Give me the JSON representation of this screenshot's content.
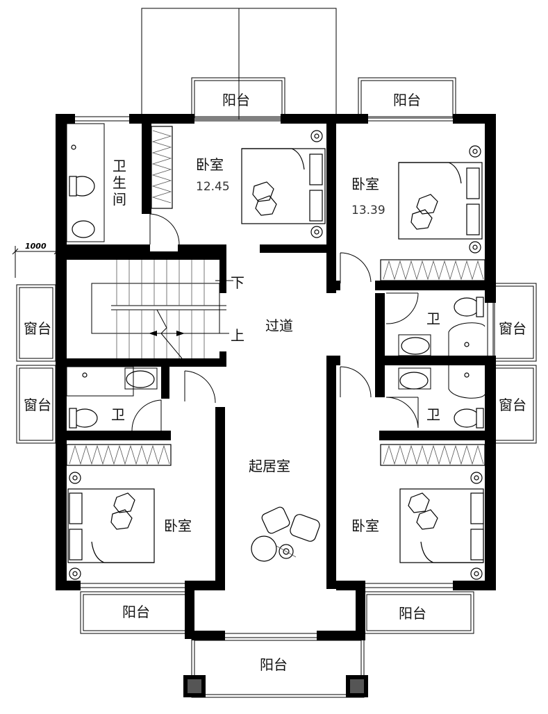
{
  "labels": {
    "balcony": "阳台",
    "bedroom": "卧室",
    "bathroom": "卫",
    "bathroom_vertical": [
      "卫",
      "生",
      "间"
    ],
    "window_sill": "窗台",
    "corridor": "过道",
    "living_room": "起居室",
    "stair_down": "下",
    "stair_up": "上"
  },
  "areas": {
    "bedroom_top_left": "12.45",
    "bedroom_top_right": "13.39"
  },
  "dimension": "1000"
}
